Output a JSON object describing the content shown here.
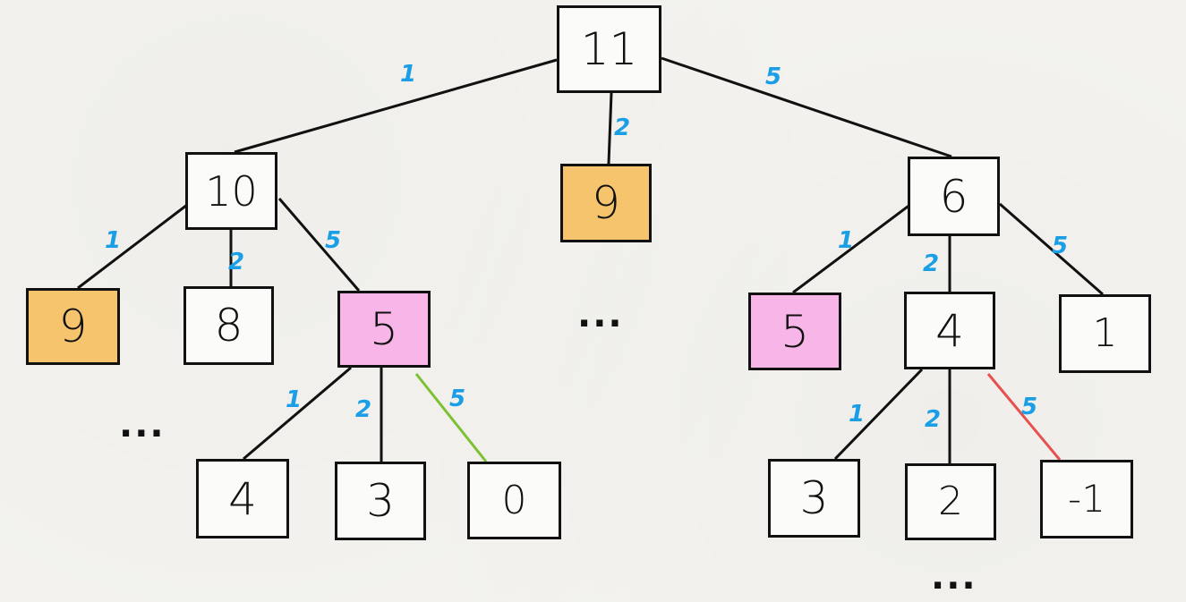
{
  "tree": {
    "nodes": {
      "root": "11",
      "n10": "10",
      "n9mid": "9",
      "n6": "6",
      "n9left": "9",
      "n8": "8",
      "n5left": "5",
      "n5right": "5",
      "n4right": "4",
      "n1right": "1",
      "n4left": "4",
      "n3left": "3",
      "n0": "0",
      "n3right": "3",
      "n2right": "2",
      "nneg1": "-1"
    },
    "edge_weights": {
      "root_n10": "1",
      "root_n9mid": "2",
      "root_n6": "5",
      "n10_n9left": "1",
      "n10_n8": "2",
      "n10_n5left": "5",
      "n6_n5right": "1",
      "n6_n4right": "2",
      "n6_n1right": "5",
      "n5left_n4left": "1",
      "n5left_n3left": "2",
      "n5left_n0": "5",
      "n4right_n3right": "1",
      "n4right_n2right": "2",
      "n4right_nneg1": "5"
    },
    "ellipsis": "...",
    "colors": {
      "node_fill": "#fbfbf9",
      "repeated_9": "#f5c46c",
      "repeated_5": "#f7b5e8",
      "edge": "#111111",
      "weight_label": "#1a9ee6",
      "edge_to_zero": "#7cc133",
      "edge_to_negative": "#e85050"
    }
  }
}
